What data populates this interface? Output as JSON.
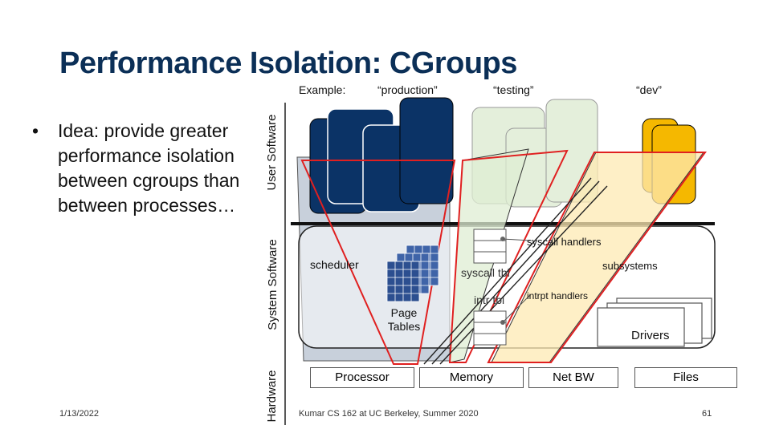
{
  "slide": {
    "title": "Performance Isolation: CGroups",
    "bullet": "Idea: provide greater performance isolation between cgroups than between processes…",
    "date": "1/13/2022",
    "footer": "Kumar CS 162 at UC Berkeley, Summer 2020",
    "page_number": "61"
  },
  "diagram": {
    "example_label": "Example:",
    "groups": [
      "“production”",
      "“testing”",
      "“dev”"
    ],
    "layers": {
      "user": "User Software",
      "system": "System Software",
      "hardware": "Hardware"
    },
    "kernel": {
      "scheduler": "scheduler",
      "page_tables": "Page Tables",
      "syscall_tbl": "syscall tbl",
      "intr_tbl": "intr tbl",
      "syscall_handlers": "syscall handlers",
      "intrpt_handlers": "intrpt handlers",
      "subsystems": "subsystems",
      "drivers": "Drivers"
    },
    "hardware": {
      "processor": "Processor",
      "memory": "Memory",
      "net_bw": "Net BW",
      "files": "Files"
    },
    "colors": {
      "production": "#0b3366",
      "testing": "#e4efdb",
      "dev": "#f5b800",
      "cgroup_outline": "#e02020",
      "title": "#0b2f57"
    }
  }
}
